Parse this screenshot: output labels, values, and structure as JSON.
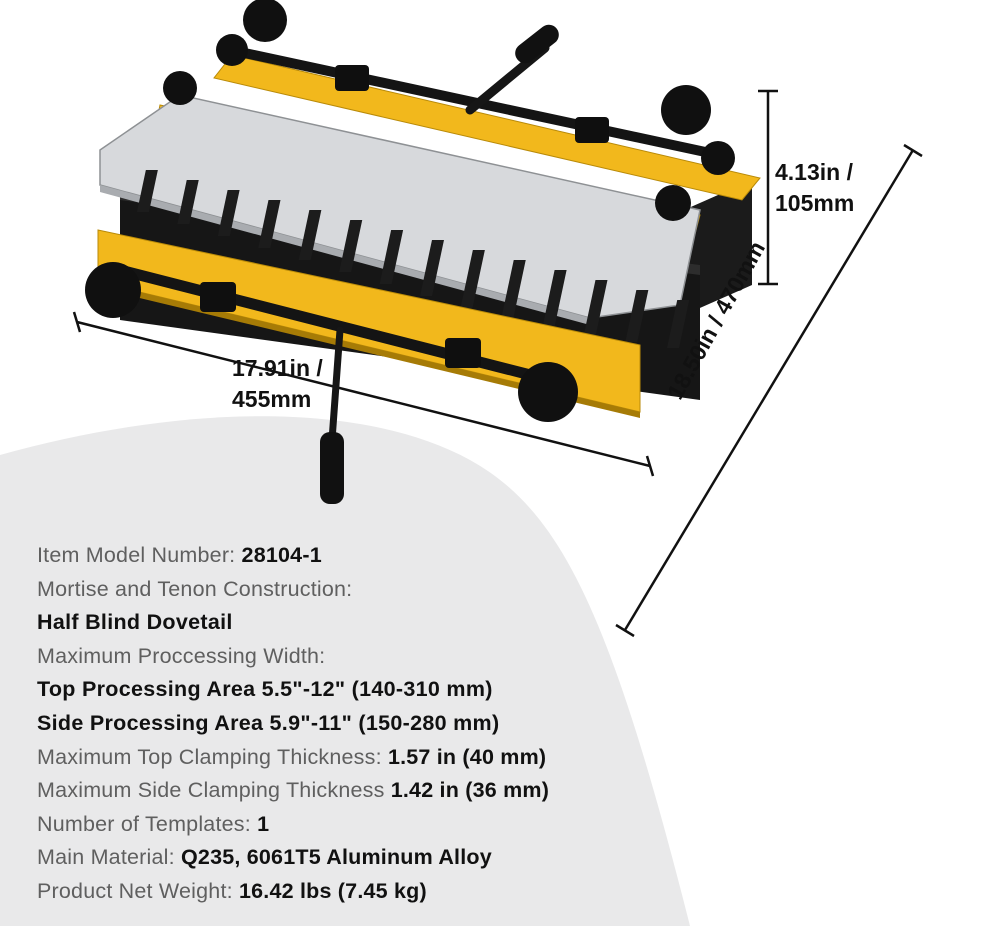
{
  "dimensions": {
    "width": "17.91in /\n455mm",
    "height": "4.13in /\n105mm",
    "depth": "18.50in / 470mm"
  },
  "specs": {
    "model_label": "Item Model Number: ",
    "model_value": "28104-1",
    "construction_label": "Mortise and Tenon Construction:",
    "construction_value": "Half Blind Dovetail",
    "width_label": "Maximum Proccessing Width:",
    "top_area": "Top Processing Area 5.5\"-12\" (140-310 mm)",
    "side_area": "Side Processing Area 5.9\"-11\" (150-280 mm)",
    "top_clamp_label": "Maximum Top Clamping Thickness: ",
    "top_clamp_value": "1.57 in (40 mm)",
    "side_clamp_label": "Maximum Side Clamping Thickness ",
    "side_clamp_value": "1.42 in (36 mm)",
    "templates_label": "Number of Templates: ",
    "templates_value": "1",
    "material_label": "Main Material: ",
    "material_value": "Q235, 6061T5 Aluminum Alloy",
    "weight_label": "Product Net Weight: ",
    "weight_value": "16.42 lbs (7.45 kg)"
  },
  "colors": {
    "frame_yellow": "#f2b81c",
    "template_silver": "#d7d9dc",
    "body_black": "#1b1b1b",
    "backdrop_gray": "#e9e9ea"
  }
}
